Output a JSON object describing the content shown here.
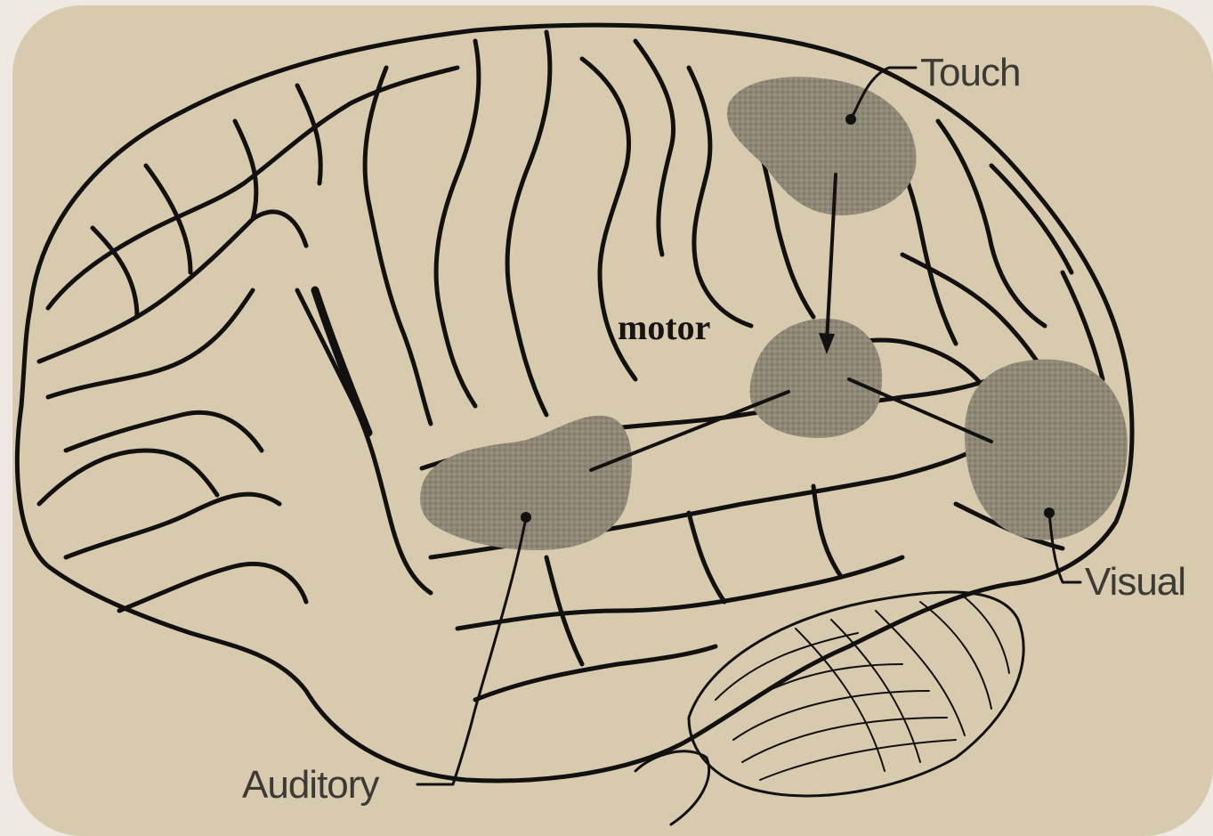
{
  "labels": {
    "touch": "Touch",
    "motor": "motor",
    "visual": "Visual",
    "auditory": "Auditory"
  },
  "colors": {
    "background": "#d8cbad",
    "region_fill": "#8f8877",
    "ink": "#111111"
  }
}
